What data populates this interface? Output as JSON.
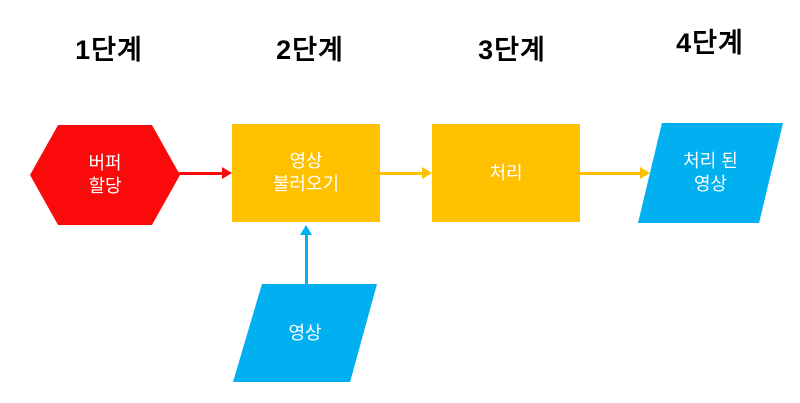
{
  "stage_headers": [
    {
      "label": "1단계"
    },
    {
      "label": "2단계"
    },
    {
      "label": "3단계"
    },
    {
      "label": "4단계"
    }
  ],
  "nodes": [
    {
      "id": "buffer-allocation",
      "label": "버퍼\n할당",
      "shape": "hexagon",
      "color": "#fa0a0a",
      "stage": "1단계"
    },
    {
      "id": "load-image",
      "label": "영상\n불러오기",
      "shape": "rectangle",
      "color": "#ffc000",
      "stage": "2단계"
    },
    {
      "id": "process",
      "label": "처리",
      "shape": "rectangle",
      "color": "#ffc000",
      "stage": "3단계"
    },
    {
      "id": "processed-image",
      "label": "처리 된\n영상",
      "shape": "parallelogram",
      "color": "#00b0f0",
      "stage": "4단계"
    },
    {
      "id": "image-input",
      "label": "영상",
      "shape": "parallelogram",
      "color": "#00b0f0",
      "stage": "2단계"
    }
  ],
  "arrows": [
    {
      "from": "buffer-allocation",
      "to": "load-image",
      "direction": "right",
      "color": "#fa0a0a"
    },
    {
      "from": "load-image",
      "to": "process",
      "direction": "right",
      "color": "#ffc000"
    },
    {
      "from": "process",
      "to": "processed-image",
      "direction": "right",
      "color": "#ffc000"
    },
    {
      "from": "image-input",
      "to": "load-image",
      "direction": "up",
      "color": "#00b0f0"
    }
  ],
  "colors": {
    "background": "#ffffff",
    "red": "#fa0a0a",
    "yellow": "#ffc000",
    "blue": "#00b0f0",
    "header_text": "#000000",
    "node_text": "#ffffff"
  }
}
